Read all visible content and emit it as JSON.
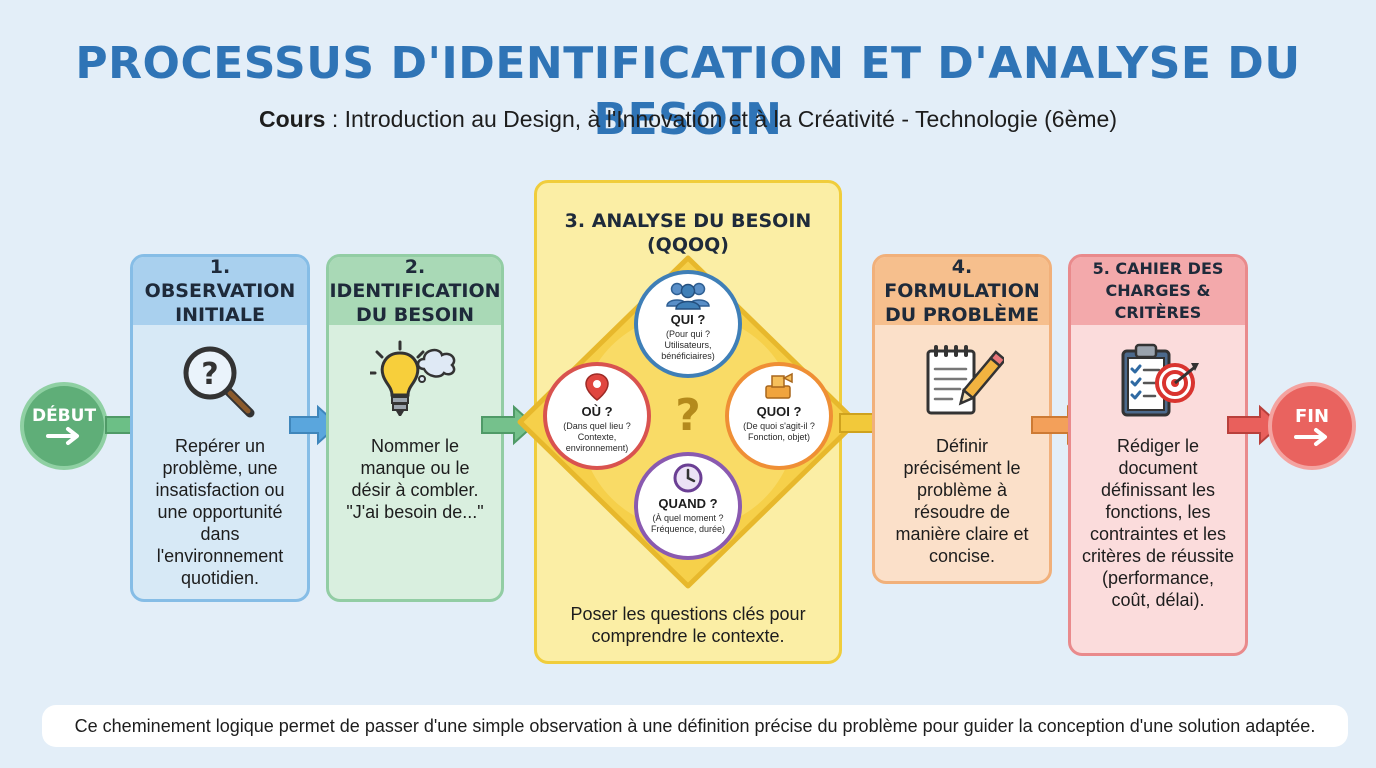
{
  "header": {
    "title": "PROCESSUS D'IDENTIFICATION ET D'ANALYSE DU BESOIN",
    "course_label": "Cours",
    "course_text": " : Introduction au Design, à l'Innovation et à la Créativité - Technologie (6ème)"
  },
  "start": {
    "label": "DÉBUT",
    "color": "#5fae78"
  },
  "end": {
    "label": "FIN",
    "color": "#e9635f"
  },
  "steps": [
    {
      "title": "1. OBSERVATION INITIALE",
      "desc": "Repérer un problème, une insatisfaction ou une opportunité dans l'environnement quotidien.",
      "color": "#6aaee0",
      "icon": "magnifier-question-icon"
    },
    {
      "title": "2. IDENTIFICATION DU BESOIN",
      "desc": "Nommer le manque ou le désir à combler. \"J'ai besoin de...\"",
      "color": "#79c08f",
      "icon": "lightbulb-thought-icon"
    },
    {
      "title": "3. ANALYSE DU BESOIN (QQOQ)",
      "desc": "Poser les questions clés pour comprendre le contexte.",
      "color": "#f2cd3a",
      "icon": "question-mark-icon"
    },
    {
      "title": "4. FORMULATION DU PROBLÈME",
      "desc": "Définir précisément le problème à résoudre de manière claire et concise.",
      "color": "#f2a45e",
      "icon": "notepad-pencil-icon"
    },
    {
      "title": "5. CAHIER DES CHARGES & CRITÈRES",
      "desc": "Rédiger le document définissant les fonctions, les contraintes et les critères de réussite (performance, coût, délai).",
      "color": "#e9777b",
      "icon": "clipboard-target-icon"
    }
  ],
  "qqoq": [
    {
      "title": "QUI ?",
      "text": "(Pour qui ? Utilisateurs, bénéficiaires)",
      "color": "#3f7fb7",
      "icon": "people-icon"
    },
    {
      "title": "OÙ ?",
      "text": "(Dans quel lieu ? Contexte, environnement)",
      "color": "#d9534f",
      "icon": "location-pin-icon"
    },
    {
      "title": "QUOI ?",
      "text": "(De quoi s'agit-il ? Fonction, objet)",
      "color": "#ef8f35",
      "icon": "object-icon"
    },
    {
      "title": "QUAND ?",
      "text": "(À quel moment ? Fréquence, durée)",
      "color": "#8a5ab0",
      "icon": "clock-icon"
    }
  ],
  "footer": "Ce cheminement logique permet de passer d'une simple observation à une définition précise du problème pour guider la conception d'une solution adaptée."
}
